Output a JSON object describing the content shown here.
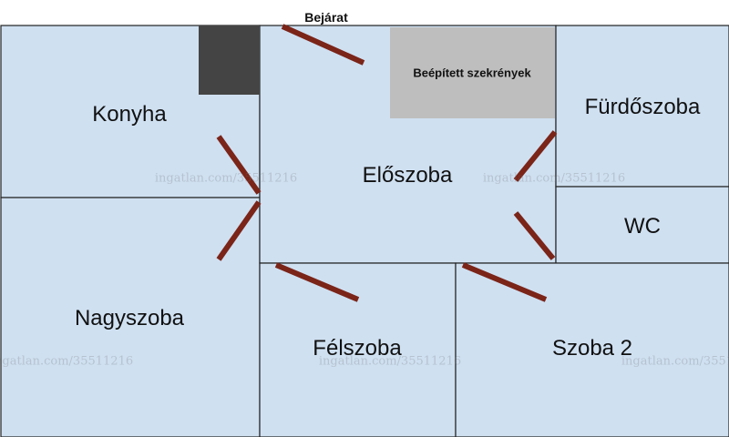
{
  "plan": {
    "entrance_label": "Bejárat",
    "built_in_label": "Beépített szekrények",
    "rooms": {
      "konyha": "Konyha",
      "eloszoba": "Előszoba",
      "furdoszoba": "Fürdőszoba",
      "wc": "WC",
      "nagyszoba": "Nagyszoba",
      "felszoba": "Félszoba",
      "szoba2": "Szoba 2"
    },
    "watermark": "ingatlan.com/35511216"
  },
  "colors": {
    "room_fill": "#cfe0f1",
    "wall": "#222222",
    "door": "#7b2418",
    "chimney": "#444444",
    "closet": "#bebebe"
  }
}
